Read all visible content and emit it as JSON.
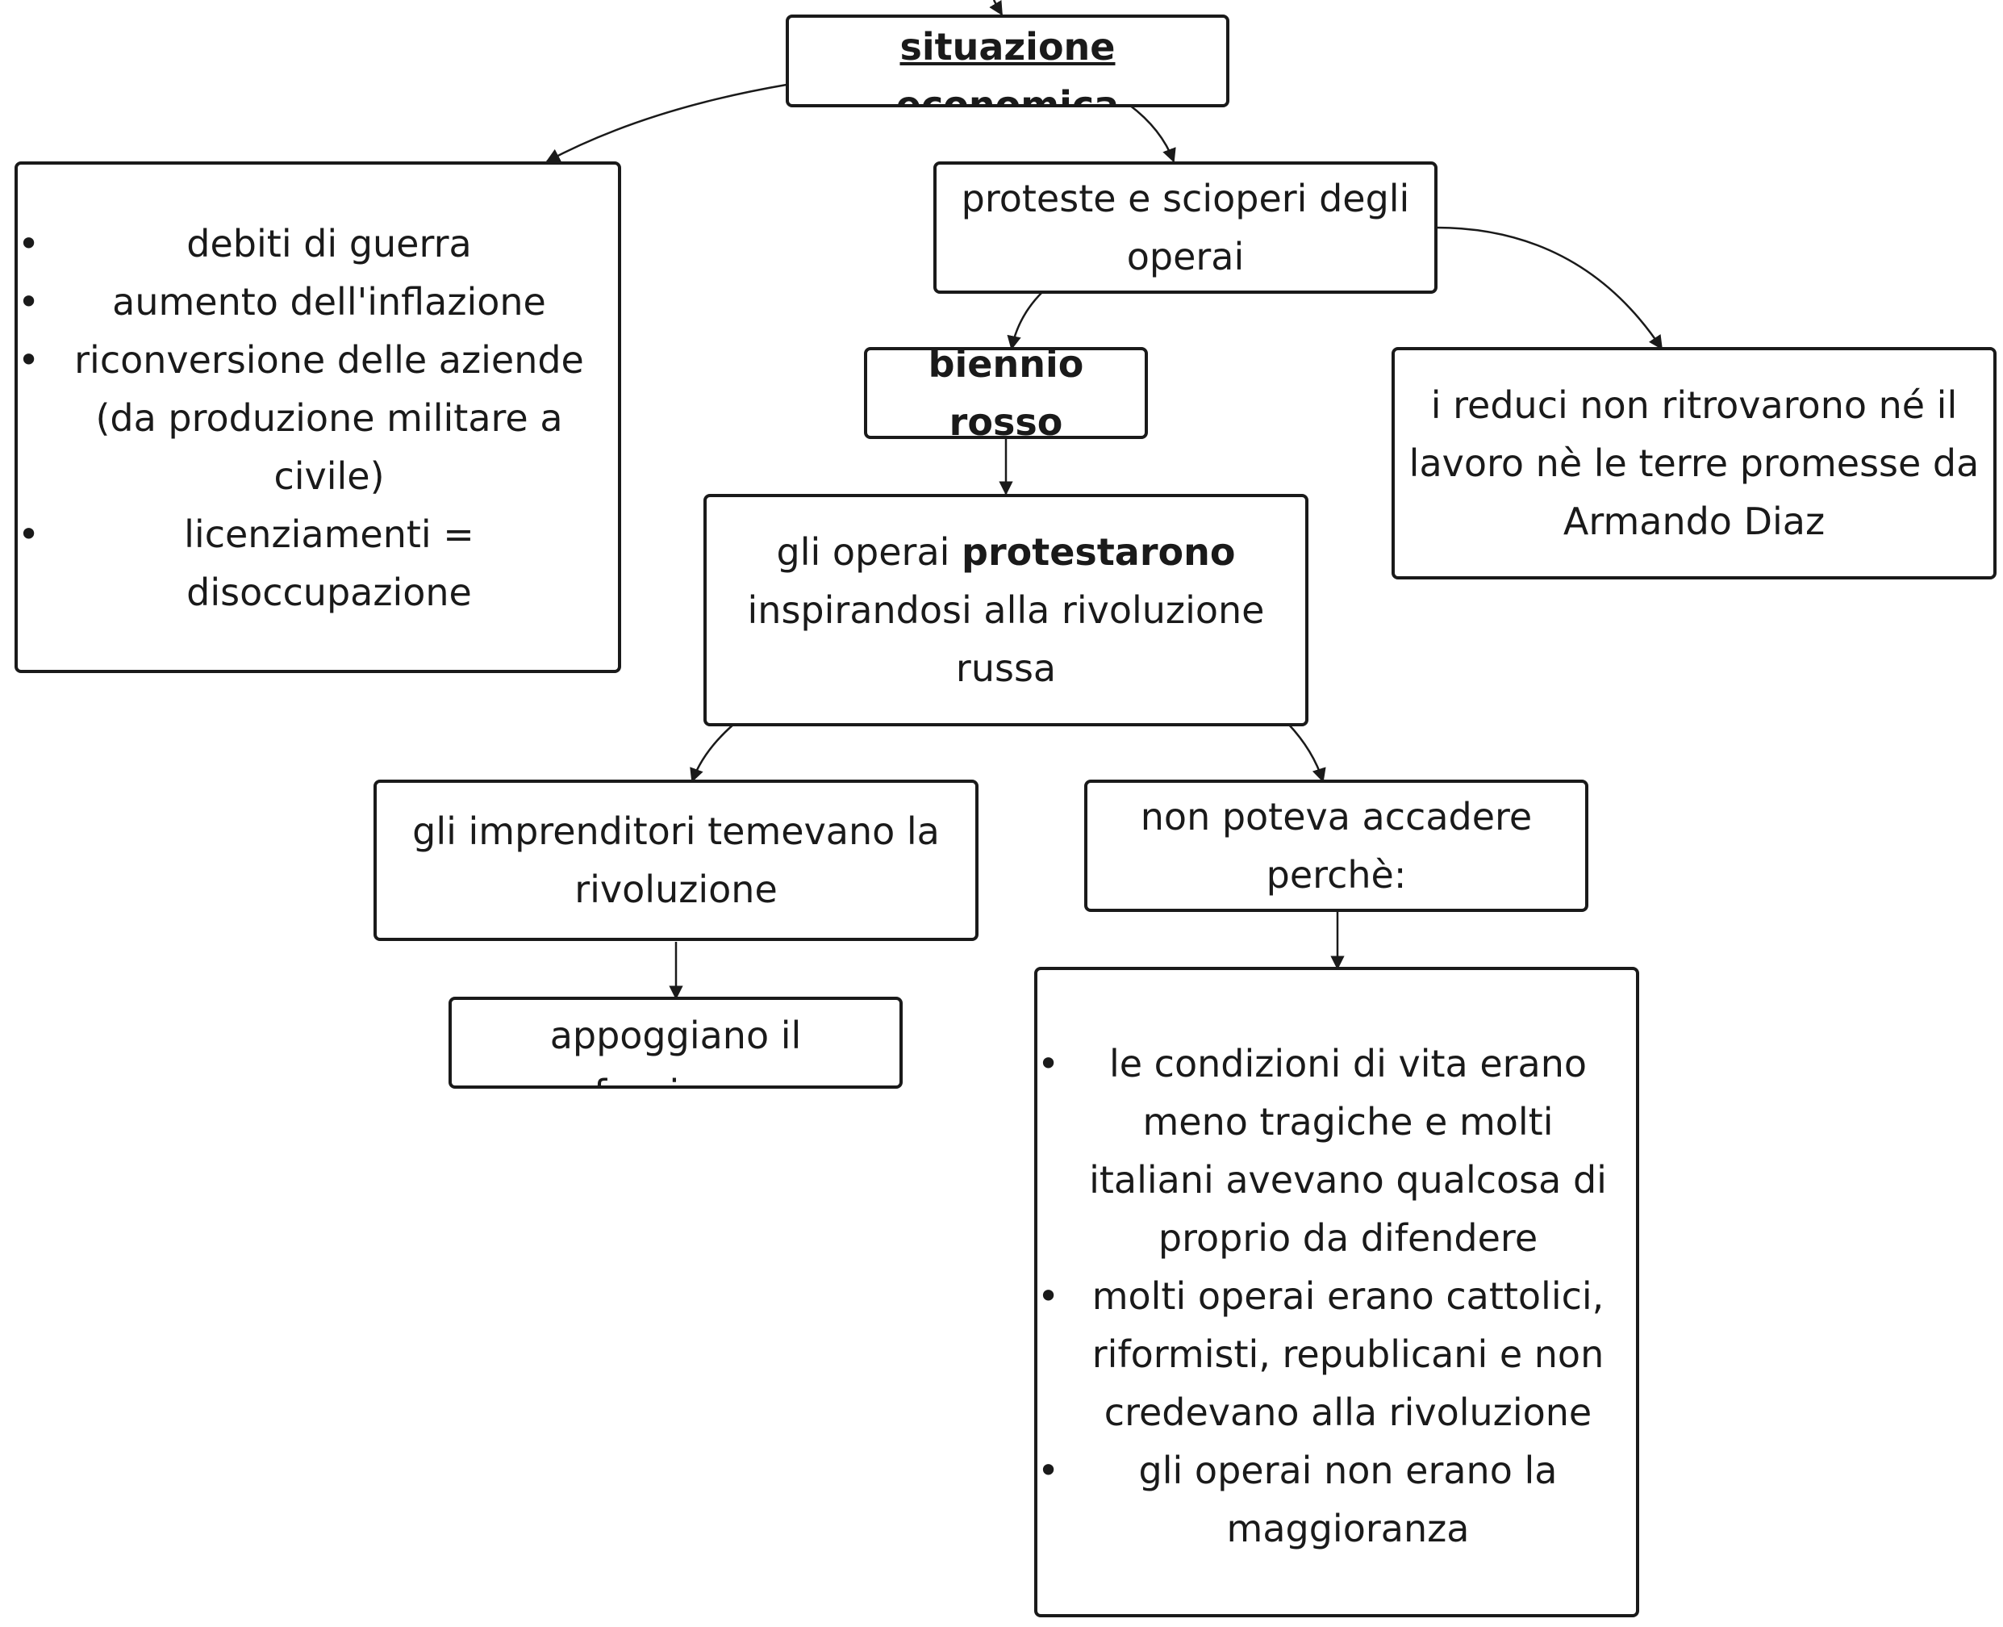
{
  "nodes": {
    "situazione": {
      "title": "situazione economica"
    },
    "debiti": {
      "items": [
        "debiti di guerra",
        "aumento dell'inflazione",
        "riconversione delle aziende (da produzione militare a civile)",
        "licenziamenti = disoccupazione"
      ]
    },
    "proteste": {
      "text": "proteste e scioperi degli operai"
    },
    "reduci": {
      "text": "i reduci non ritrovarono né il lavoro nè le terre promesse da Armando Diaz"
    },
    "biennio": {
      "text": "biennio rosso"
    },
    "operai": {
      "prefix": "gli operai",
      "bold": "protestarono",
      "suffix": "inspirandosi alla rivoluzione russa"
    },
    "imprenditori": {
      "text": "gli imprenditori temevano la rivoluzione"
    },
    "appoggiano": {
      "text": "appoggiano il fascismo"
    },
    "non_poteva": {
      "text": "non poteva accadere perchè:"
    },
    "motivi": {
      "items": [
        "le condizioni di vita erano meno tragiche e molti italiani avevano qualcosa di proprio da difendere",
        "molti operai erano cattolici, riformisti, republicani e non credevano alla rivoluzione",
        "gli operai non erano la maggioranza"
      ]
    }
  },
  "bullet_symbol": "•",
  "colors": {
    "border": "#1a1a1a",
    "background": "#ffffff",
    "text": "#1a1a1a"
  }
}
